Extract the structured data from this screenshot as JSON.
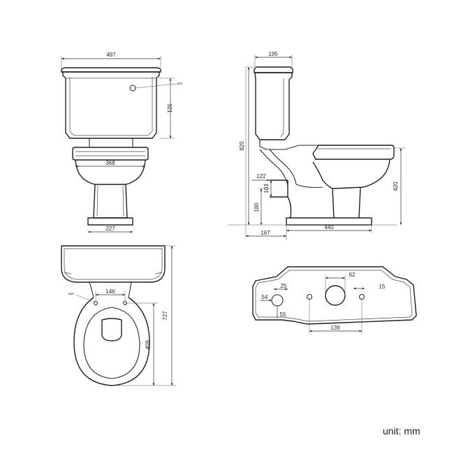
{
  "units_label": "unit: mm",
  "front_view": {
    "cistern_width": "497",
    "cistern_height": "321",
    "button_hole": "ø23",
    "bowl_width": "368",
    "pedestal_width": "227"
  },
  "side_view": {
    "cistern_depth": "195",
    "total_height": "820",
    "outlet_centre_height": "122",
    "outlet_diameter": "103",
    "outlet_floor_height": "180",
    "seat_height": "420",
    "outlet_wall_distance": "167",
    "projection_to_front": "440"
  },
  "top_view": {
    "fixing_distance": "146",
    "fixing_hole": "ø15",
    "total_length": "727",
    "bowl_depth": "409"
  },
  "cistern_base_view": {
    "flush_valve": "62",
    "inlet_offset": "25",
    "inlet_diameter": "54",
    "inlet_height": "55",
    "bolt_hole": "15",
    "bolt_spacing": "139"
  }
}
